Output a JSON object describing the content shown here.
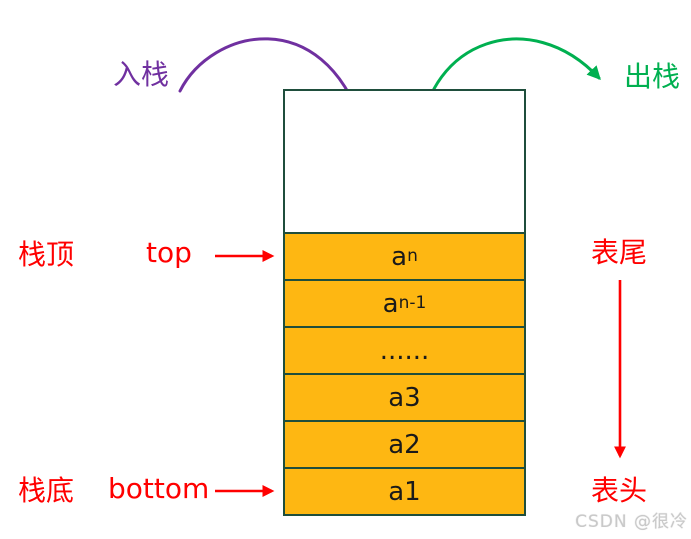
{
  "diagram": {
    "push_label": "入栈",
    "pop_label": "出栈",
    "stack_top_label": "栈顶",
    "top_pointer_label": "top",
    "stack_bottom_label": "栈底",
    "bottom_pointer_label": "bottom",
    "list_tail_label": "表尾",
    "list_head_label": "表头",
    "stack": {
      "cells": [
        {
          "base": "a",
          "sub": "n"
        },
        {
          "base": "a",
          "sub": "n-1"
        },
        {
          "base": "......",
          "sub": ""
        },
        {
          "base": "a3",
          "sub": ""
        },
        {
          "base": "a2",
          "sub": ""
        },
        {
          "base": "a1",
          "sub": ""
        }
      ]
    },
    "colors": {
      "push_arrow": "#7030a0",
      "pop_arrow": "#00b050",
      "pointer_red": "#ff0000",
      "cell_fill": "#feb712",
      "cell_border": "#1f4e3c"
    },
    "watermark": "CSDN @很冷"
  }
}
